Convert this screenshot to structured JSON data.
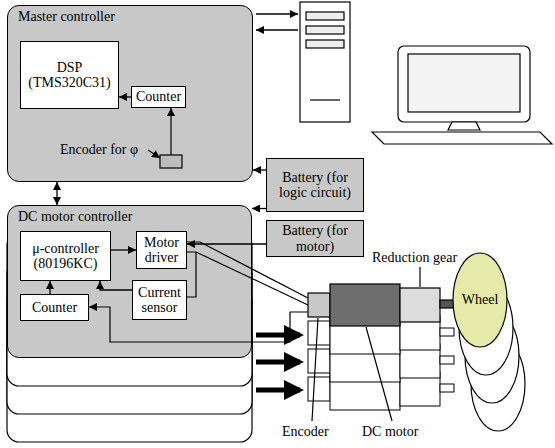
{
  "diagram": {
    "nodes": [
      {
        "text": [
          "Master controller"
        ]
      },
      {
        "text": [
          "DSP (TMS320C31)"
        ],
        "in": 0
      },
      {
        "text": [
          "Counter"
        ],
        "in": 0
      },
      {
        "text": [
          "DC motor controller"
        ]
      },
      {
        "text": [
          "μ-controller (80196KC)"
        ],
        "in": 3
      },
      {
        "text": [
          "Motor driver"
        ],
        "in": 3
      },
      {
        "text": [
          "Current sensor"
        ],
        "in": 3
      },
      {
        "text": [
          "Counter"
        ],
        "in": 3
      },
      {
        "text": [
          "Battery (for logic circuit)"
        ]
      },
      {
        "text": [
          "Battery (for motor)"
        ]
      },
      {
        "text": [
          "Wheel"
        ]
      }
    ],
    "edges": [
      {
        "from": 2,
        "to": 1,
        "arrow": "to"
      },
      {
        "from": 0,
        "to": 3,
        "arrow": "both"
      },
      {
        "from": 7,
        "to": 4,
        "arrow": "to"
      },
      {
        "from": 4,
        "to": 5,
        "arrow": "to"
      },
      {
        "from": 6,
        "to": 4,
        "arrow": "to"
      },
      {
        "from": 8,
        "to": 0,
        "arrow": "to"
      },
      {
        "from": 8,
        "to": 3,
        "arrow": "to"
      },
      {
        "from": 9,
        "to": 5,
        "arrow": "to"
      }
    ],
    "labels": [
      "Encoder for φ",
      "Reduction gear",
      "Encoder",
      "DC motor"
    ]
  }
}
